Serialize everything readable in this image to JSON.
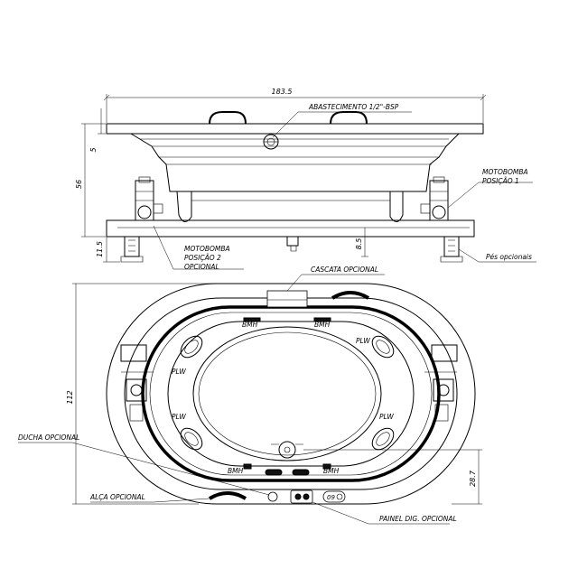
{
  "dimensions": {
    "length_top": "183.5",
    "height_total": "56",
    "rim_height": "5",
    "base_height": "11.5",
    "pipe_height": "8.5",
    "width_total": "112",
    "offset_right": "28.7"
  },
  "labels": {
    "abastecimento": "ABASTECIMENTO 1/2\"-BSP",
    "motobomba_1_line1": "MOTOBOMBA",
    "motobomba_1_line2": "POSIÇÃO 1",
    "motobomba_2_line1": "MOTOBOMBA",
    "motobomba_2_line2": "POSIÇÃO 2",
    "motobomba_2_line3": "OPCIONAL",
    "pes": "Pés opcionais",
    "cascata": "CASCATA OPCIONAL",
    "ducha": "DUCHA OPCIONAL",
    "alca": "ALÇA OPCIONAL",
    "painel": "PAINEL DIG. OPCIONAL",
    "bmh": "BMH",
    "plw": "PLW",
    "painel_code": "09"
  }
}
